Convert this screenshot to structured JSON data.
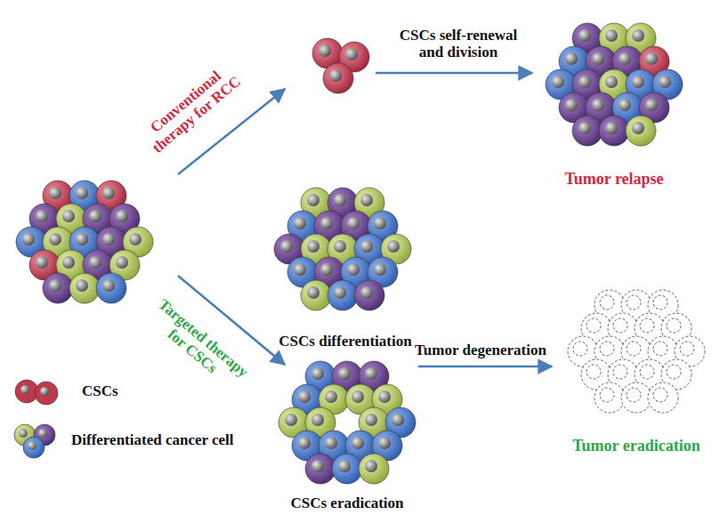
{
  "diagram": {
    "labels": [
      "Conventional therapy for RCC",
      "CSCs self-renewal and division",
      "Tumor relapse",
      "Targeted therapy for CSCs",
      "CSCs differentiation",
      "Tumor degeneration",
      "Tumor eradication",
      "CSCs eradication"
    ],
    "legend": [
      {
        "text": "CSCs",
        "color": "#c0394b"
      },
      {
        "text": "Differentiated cancer cell"
      }
    ]
  }
}
